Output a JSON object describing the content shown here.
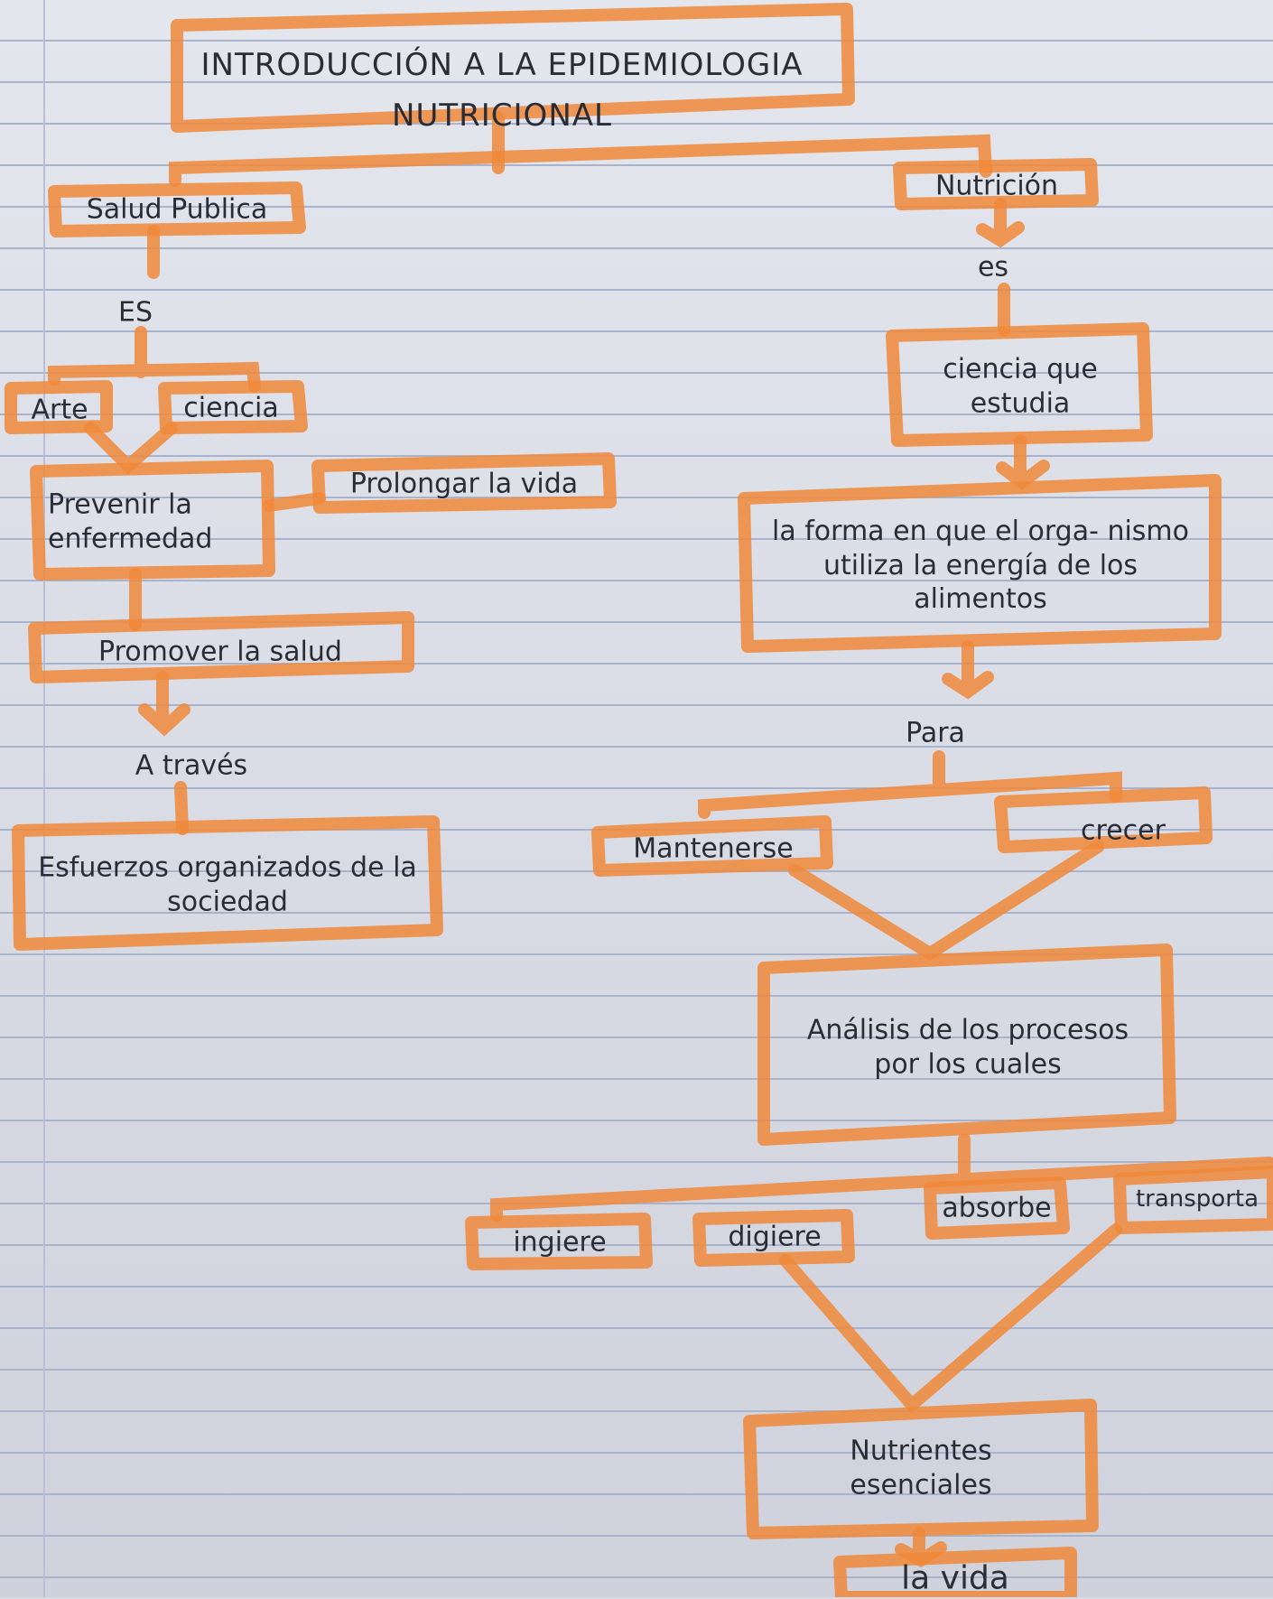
{
  "nodes": {
    "title_line1": "INTRODUCCIÓN A LA EPIDEMIOLOGIA",
    "title_line2": "NUTRICIONAL",
    "salud_publica": "Salud Publica",
    "es_left": "ES",
    "arte": "Arte",
    "ciencia_left": "ciencia",
    "prevenir": "Prevenir la enfermedad",
    "prolongar": "Prolongar la vida",
    "promover": "Promover la salud",
    "a_traves": "A través",
    "esfuerzos": "Esfuerzos organizados de la sociedad",
    "nutricion": "Nutrición",
    "es_right": "es",
    "ciencia_que_estudia": "ciencia que estudia",
    "la_forma": "la forma en que el orga- nismo utiliza la energía de los alimentos",
    "para": "Para",
    "mantenerse": "Mantenerse",
    "crecer": "crecer",
    "analisis": "Análisis de los procesos por los cuales",
    "ingiere": "ingiere",
    "digiere": "digiere",
    "absorbe": "absorbe",
    "transporta": "transporta",
    "nutrientes": "Nutrientes esenciales",
    "la_vida": "la vida"
  }
}
